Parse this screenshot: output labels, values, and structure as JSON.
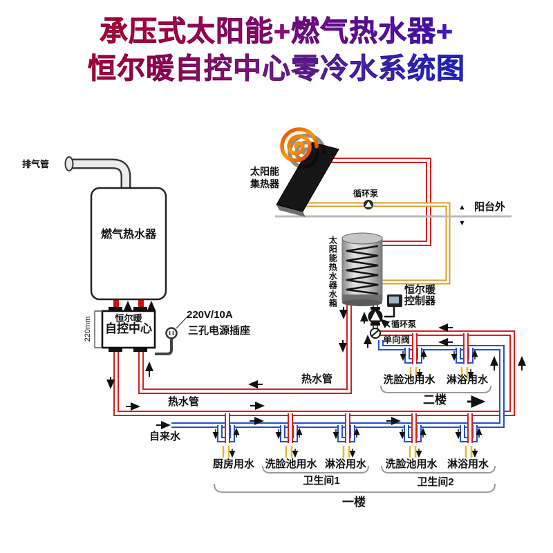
{
  "title": {
    "line1": "承压式太阳能+燃气热水器+",
    "line2": "恒尔暖自控中心零冷水系统图"
  },
  "labels": {
    "exhaust_pipe": "排气管",
    "gas_heater": "燃气热水器",
    "control_center_line1": "恒尔暖",
    "control_center_line2": "自控中心",
    "dimension": "220mm",
    "power_spec": "220V/10A",
    "power_socket": "三孔电源插座",
    "collector_line1": "太阳能",
    "collector_line2": "集热器",
    "solar_pump": "循环泵",
    "balcony": "阳台外",
    "balcony_up": "▲",
    "balcony_down": "▼",
    "tank_vertical": "太阳能热水器水箱",
    "controller_line1": "恒尔暖",
    "controller_line2": "控制器",
    "floor_pump": "循环泵",
    "check_valve": "单向阀",
    "hot_pipe_return": "热水管",
    "hot_pipe_supply": "热水管",
    "tap_water": "自来水",
    "floor2": "二楼",
    "floor1": "一楼",
    "bathroom1": "卫生间1",
    "bathroom2": "卫生间2",
    "kitchen": "厨房用水",
    "f2_basin": "洗脸池用水",
    "f2_shower": "淋浴用水",
    "f1_basin1": "洗脸池用水",
    "f1_shower1": "淋浴用水",
    "f1_basin2": "洗脸池用水",
    "f1_shower2": "淋浴用水"
  },
  "colors": {
    "hot_water_pipe": "#d81e1e",
    "cold_water_pipe": "#1f52d4",
    "solar_loop_pipe": "#d9a02c",
    "title_gradient_start": "#e60000",
    "title_gradient_end": "#2222d8"
  }
}
